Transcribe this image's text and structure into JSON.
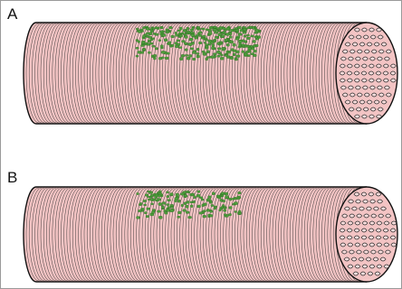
{
  "panels": [
    {
      "label": "A",
      "spot_density": "high"
    },
    {
      "label": "B",
      "spot_density": "low"
    }
  ],
  "colors": {
    "muscle_fill": "#f3c4c4",
    "striation": "#333333",
    "outline": "#111111",
    "spots": "#4e9e3c",
    "frame_border": "#9a9a9a"
  }
}
